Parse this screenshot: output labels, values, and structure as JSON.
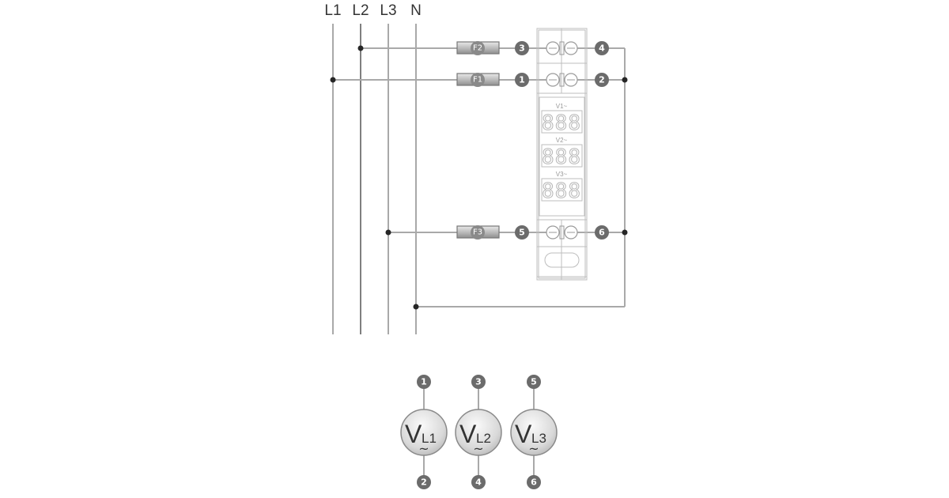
{
  "diagram": {
    "title": "3-phase voltmeter wiring diagram",
    "bus_labels": [
      "L1",
      "L2",
      "L3",
      "N"
    ],
    "fuses": [
      {
        "label": "F2",
        "phase": "L2",
        "input_terminal": "3",
        "output_terminal": "4"
      },
      {
        "label": "F1",
        "phase": "L1",
        "input_terminal": "1",
        "output_terminal": "2"
      },
      {
        "label": "F3",
        "phase": "L3",
        "input_terminal": "5",
        "output_terminal": "6"
      }
    ],
    "device": {
      "displays": [
        {
          "label": "V1~",
          "digits": "888"
        },
        {
          "label": "V2~",
          "digits": "888"
        },
        {
          "label": "V3~",
          "digits": "888"
        }
      ]
    },
    "voltmeters": [
      {
        "symbol": "V",
        "subscript": "L1",
        "ac": "~",
        "top_terminal": "1",
        "bottom_terminal": "2"
      },
      {
        "symbol": "V",
        "subscript": "L2",
        "ac": "~",
        "top_terminal": "3",
        "bottom_terminal": "4"
      },
      {
        "symbol": "V",
        "subscript": "L3",
        "ac": "~",
        "top_terminal": "5",
        "bottom_terminal": "6"
      }
    ]
  }
}
